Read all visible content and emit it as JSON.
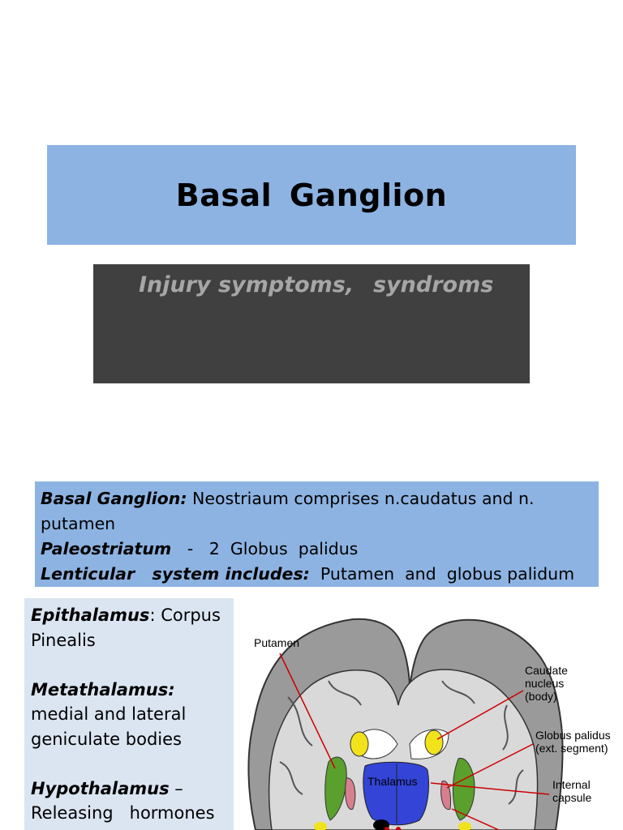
{
  "title": "Basal  Ganglion",
  "subtitle": {
    "part1": "Injury symptoms,",
    "part2": "syndroms"
  },
  "info": {
    "line1_label": "Basal Ganglion:",
    "line1_text": " Neostriaum  comprises n.caudatus and n. putamen",
    "line2_label": "Paleostriatum",
    "line2_text": "   -   2  Globus  palidus",
    "line3_label": "Lenticular   system includes:",
    "line3_text": "  Putamen  and  globus palidum"
  },
  "left": {
    "epi_label": "Epithalamus",
    "epi_text": ": Corpus Pinealis",
    "meta_label": "Metathalamus:",
    "meta_text": " medial and lateral geniculate bodies",
    "hypo_label": "Hypothalamus",
    "hypo_text": " – Releasing   hormones"
  },
  "diagram": {
    "putamen": "Putamen",
    "caudate_1": "Caudate",
    "caudate_2": "nucleus",
    "caudate_3": "(body)",
    "globus_1": "Globus palidus",
    "globus_2": "(ext. segment)",
    "thalamus": "Thalamus",
    "internal_1": "Internal",
    "internal_2": "capsule"
  },
  "colors": {
    "title_bg": "#8db3e2",
    "subtitle_bg": "#404040",
    "subtitle_text": "#a6a6a6",
    "left_bg": "#dbe5f1",
    "leader_line": "#cc0000"
  }
}
